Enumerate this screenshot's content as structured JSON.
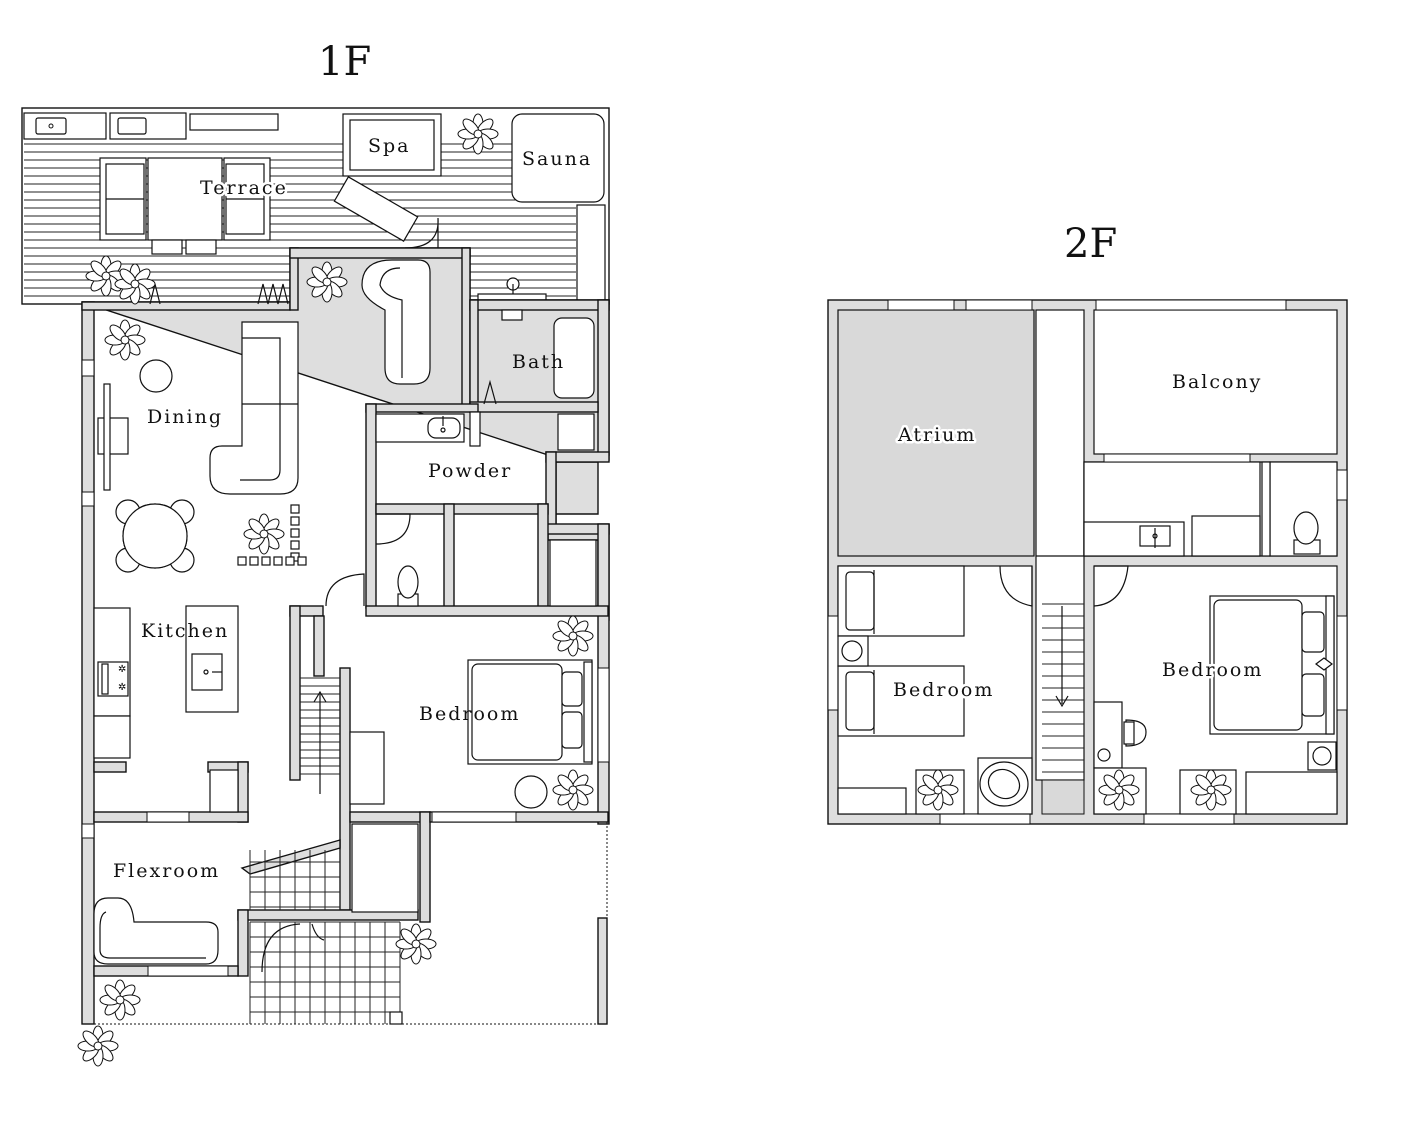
{
  "floors": [
    {
      "id": "1f",
      "title": "1F",
      "rooms": [
        {
          "key": "terrace",
          "label": "Terrace"
        },
        {
          "key": "spa",
          "label": "Spa"
        },
        {
          "key": "sauna",
          "label": "Sauna"
        },
        {
          "key": "bath",
          "label": "Bath"
        },
        {
          "key": "dining",
          "label": "Dining"
        },
        {
          "key": "powder",
          "label": "Powder"
        },
        {
          "key": "kitchen",
          "label": "Kitchen"
        },
        {
          "key": "bedroom",
          "label": "Bedroom"
        },
        {
          "key": "flexroom",
          "label": "Flexroom"
        }
      ]
    },
    {
      "id": "2f",
      "title": "2F",
      "rooms": [
        {
          "key": "atrium",
          "label": "Atrium"
        },
        {
          "key": "balcony",
          "label": "Balcony"
        },
        {
          "key": "bedroom-left",
          "label": "Bedroom"
        },
        {
          "key": "bedroom-right",
          "label": "Bedroom"
        }
      ]
    }
  ],
  "colors": {
    "wall_fill": "#dedede",
    "atrium_fill": "#d9d9d9",
    "line": "#111111"
  },
  "icons": [
    "plant-icon",
    "sofa-icon",
    "bed-icon",
    "toilet-icon",
    "sink-icon",
    "stove-icon",
    "stairs-arrow-icon",
    "door-swing-icon"
  ]
}
